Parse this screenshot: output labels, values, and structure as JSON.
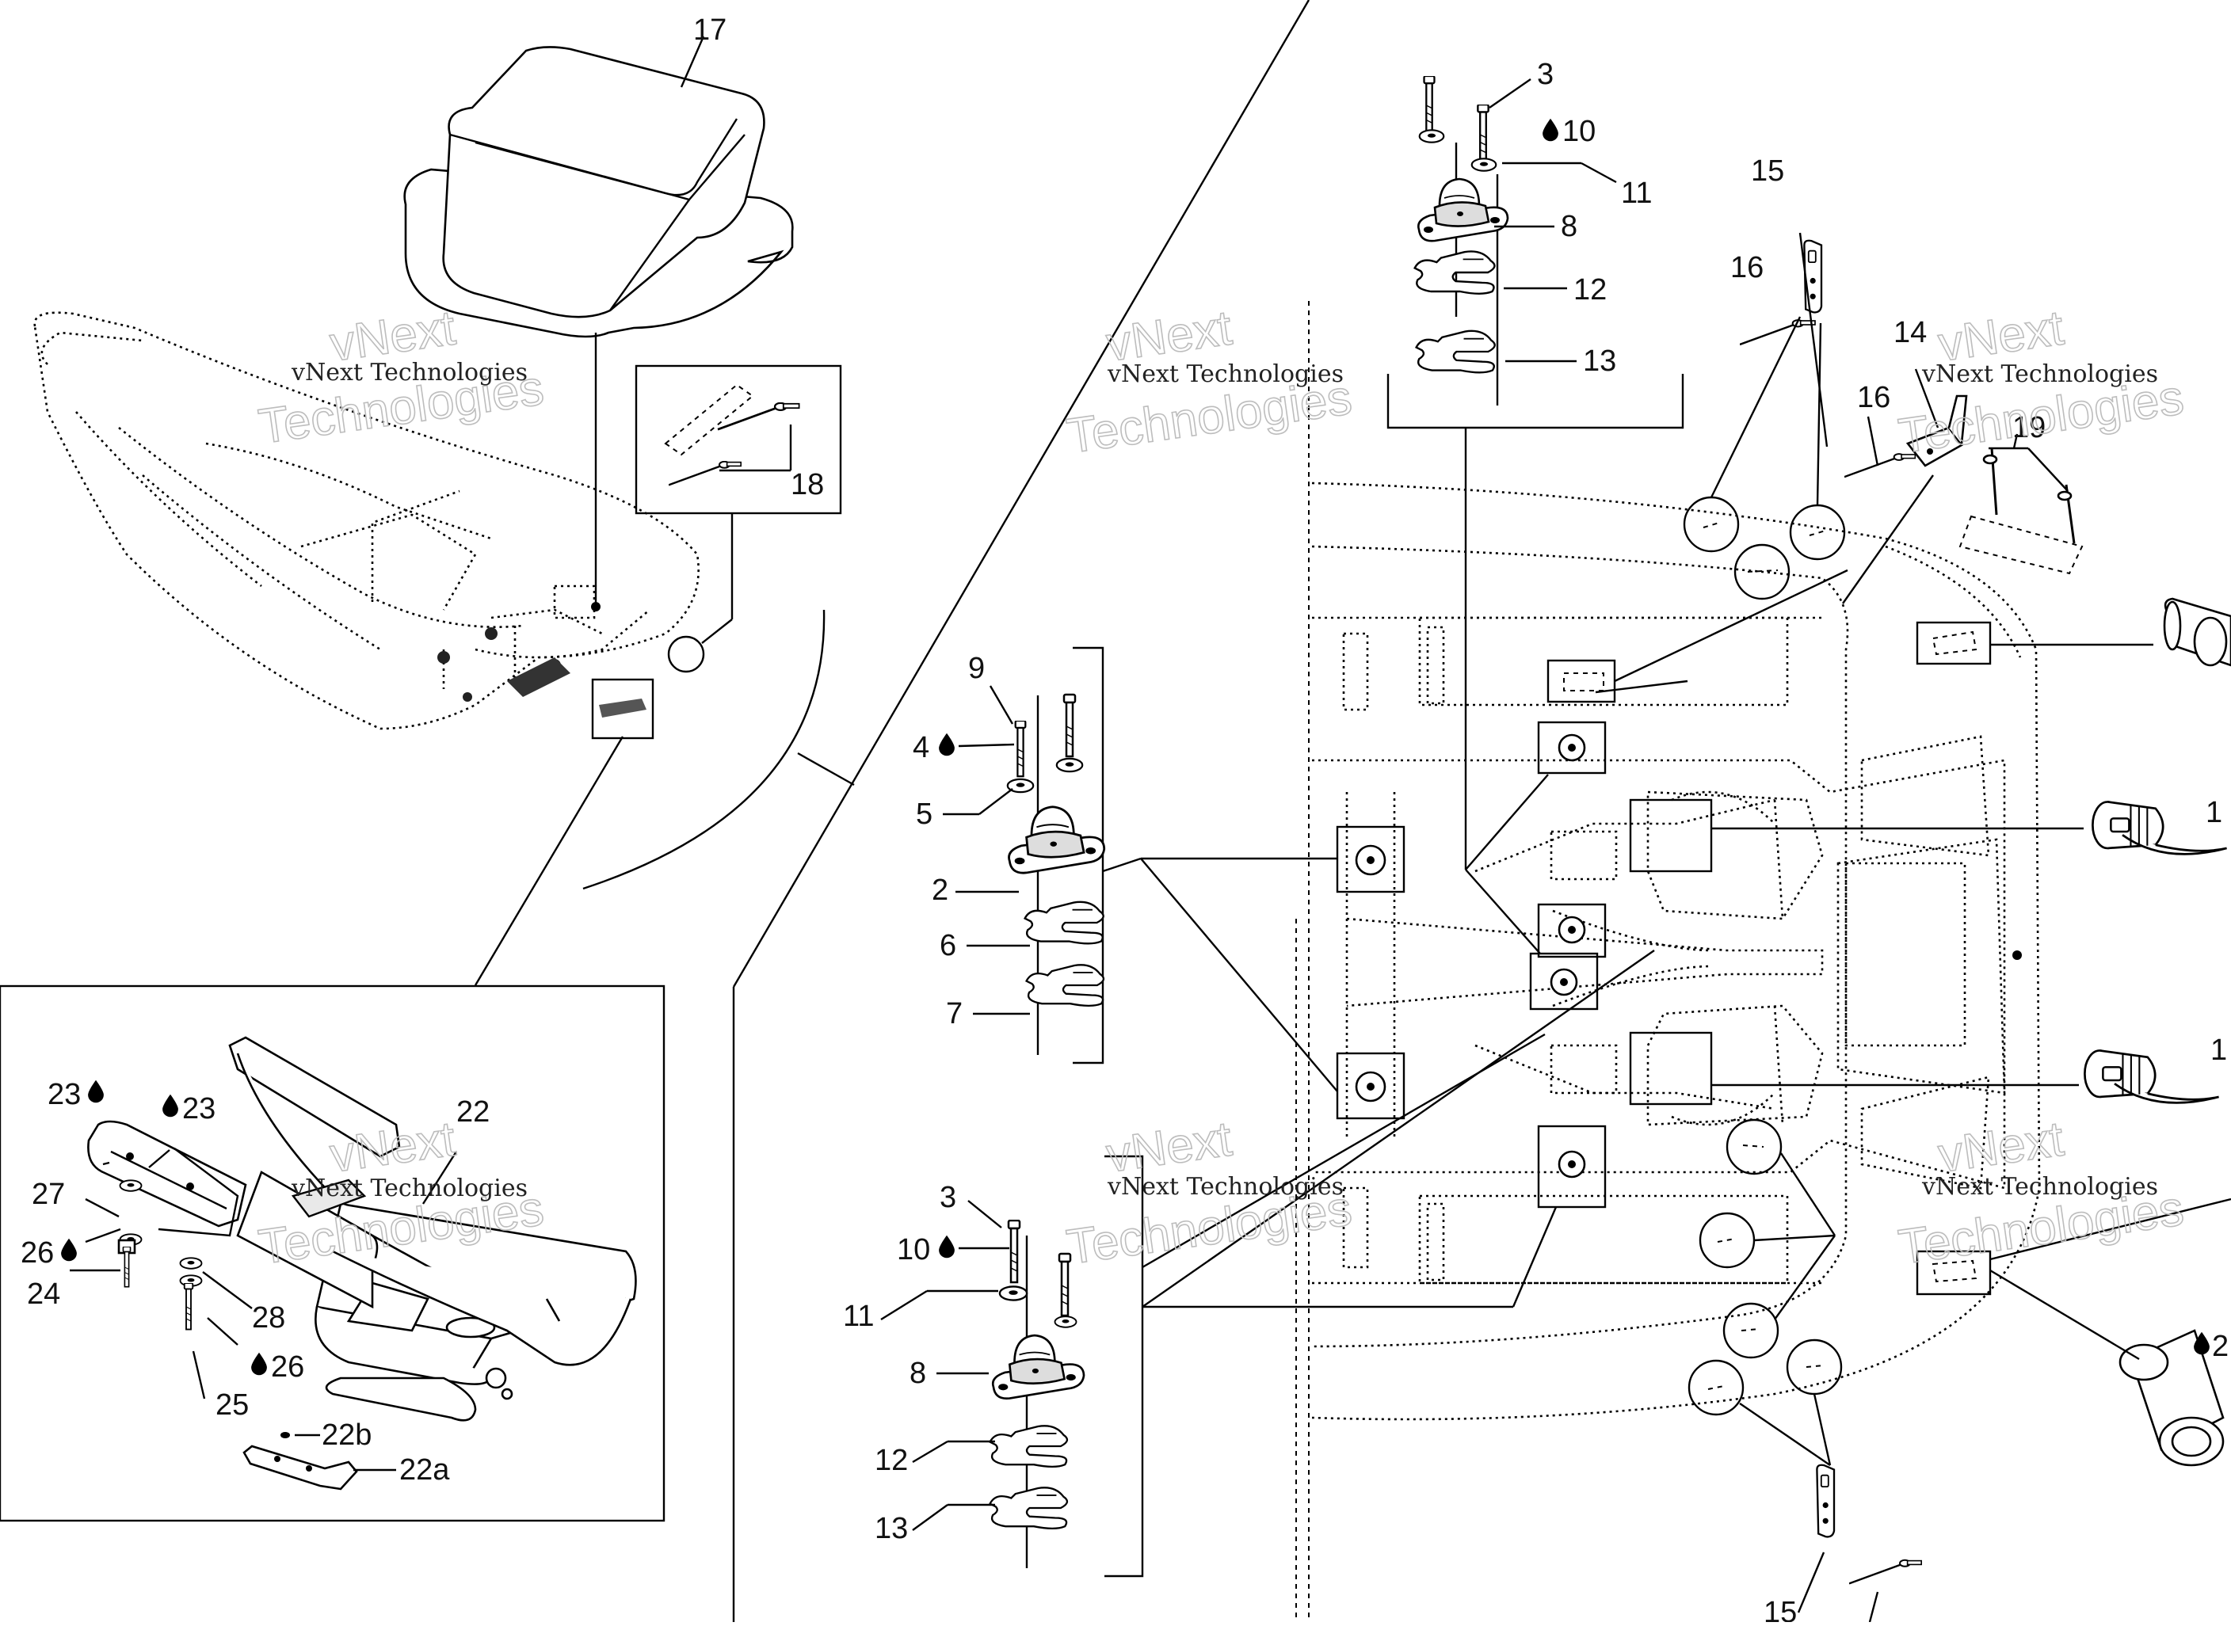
{
  "watermark": {
    "line1": "vNext Technologies",
    "line2a": "vNext",
    "line2b": "Technologies"
  },
  "callouts": {
    "c17": "17",
    "c18": "18",
    "c3_top": "3",
    "c10_top": "10",
    "c11_top": "11",
    "c8_top": "8",
    "c12_top": "12",
    "c13_top": "13",
    "c15_top": "15",
    "c16_a": "16",
    "c14": "14",
    "c16_b": "16",
    "c19": "19",
    "c9": "9",
    "c4": "4",
    "c5": "5",
    "c2": "2",
    "c6": "6",
    "c7": "7",
    "c3_bot": "3",
    "c10_bot": "10",
    "c11_bot": "11",
    "c8_bot": "8",
    "c12_bot": "12",
    "c13_bot": "13",
    "c23_a": "23",
    "c23_b": "23",
    "c22": "22",
    "c27": "27",
    "c26_a": "26",
    "c24": "24",
    "c28": "28",
    "c26_b": "26",
    "c25": "25",
    "c22b": "22b",
    "c22a": "22a",
    "c1_a": "1",
    "c1_b": "1",
    "c2_right": "2",
    "c15_bot": "15"
  },
  "icons": {
    "droplet": "oil-drop-icon"
  }
}
